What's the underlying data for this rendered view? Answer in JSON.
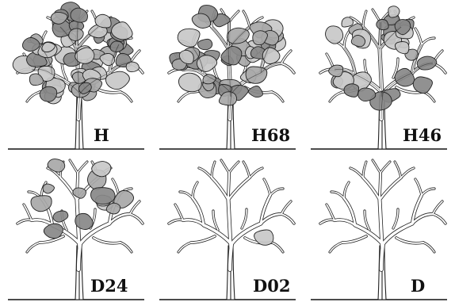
{
  "panels": [
    {
      "id": "H",
      "label": "H",
      "foliage": 1.0
    },
    {
      "id": "H68",
      "label": "H68",
      "foliage": 0.68
    },
    {
      "id": "H46",
      "label": "H46",
      "foliage": 0.46
    },
    {
      "id": "D24",
      "label": "D24",
      "foliage": 0.24
    },
    {
      "id": "D02",
      "label": "D02",
      "foliage": 0.02
    },
    {
      "id": "D",
      "label": "D",
      "foliage": 0.0
    }
  ],
  "colors": {
    "leaf_light": "#c8c8c8",
    "leaf_mid": "#a8a8a8",
    "leaf_dark": "#888888",
    "outline": "#222222",
    "trunk_fill": "#ffffff"
  }
}
